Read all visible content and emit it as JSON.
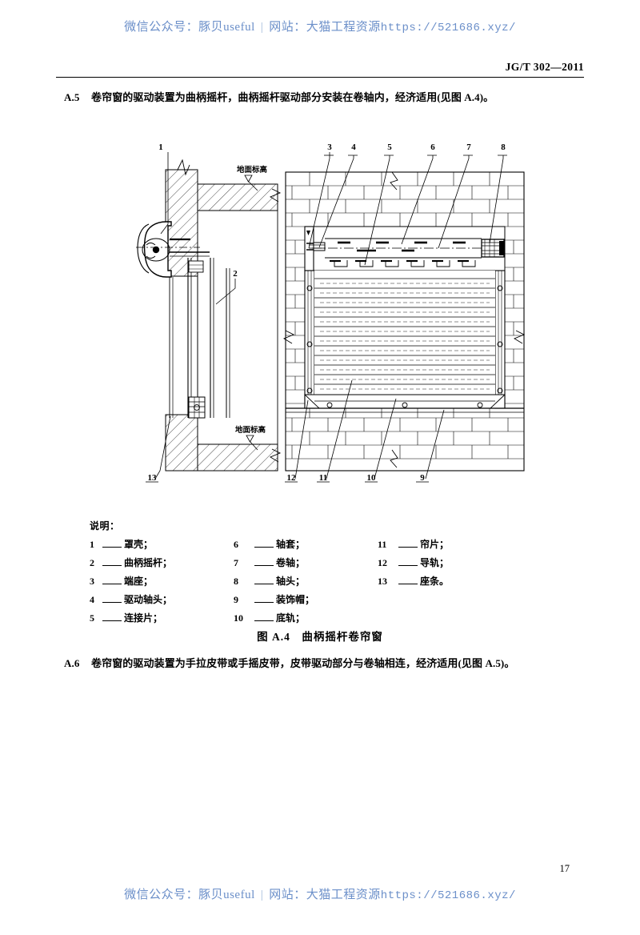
{
  "watermark": {
    "wechat_label": "微信公众号：",
    "wechat_name": "豚贝useful",
    "separator": "|",
    "site_label": "网站：",
    "site_name": "大猫工程资源",
    "url": "https://521686.xyz/"
  },
  "header": {
    "standard_no": "JG/T 302—2011"
  },
  "body": {
    "a5_num": "A.5",
    "a5_text": "卷帘窗的驱动装置为曲柄摇杆，曲柄摇杆驱动部分安装在卷轴内，经济适用(见图 A.4)。",
    "a6_num": "A.6",
    "a6_text": "卷帘窗的驱动装置为手拉皮带或手摇皮带，皮带驱动部分与卷轴相连，经济适用(见图 A.5)。"
  },
  "figure": {
    "caption": "图 A.4　曲柄摇杆卷帘窗",
    "callouts_top": [
      "1",
      "3",
      "4",
      "5",
      "6",
      "7",
      "8"
    ],
    "callouts_bottom": [
      "13",
      "12",
      "11",
      "10",
      "9"
    ],
    "callout_mid": "2",
    "elevation_note_upper": "地面标高",
    "elevation_note_lower": "地面标高"
  },
  "legend": {
    "title": "说明：",
    "columns": [
      [
        {
          "num": "1",
          "label": "罩壳；"
        },
        {
          "num": "2",
          "label": "曲柄摇杆；"
        },
        {
          "num": "3",
          "label": "端座；"
        },
        {
          "num": "4",
          "label": "驱动轴头；"
        },
        {
          "num": "5",
          "label": "连接片；"
        }
      ],
      [
        {
          "num": "6",
          "label": "轴套；"
        },
        {
          "num": "7",
          "label": "卷轴；"
        },
        {
          "num": "8",
          "label": "轴头；"
        },
        {
          "num": "9",
          "label": "装饰帽；"
        },
        {
          "num": "10",
          "label": "底轨；"
        }
      ],
      [
        {
          "num": "11",
          "label": "帘片；"
        },
        {
          "num": "12",
          "label": "导轨；"
        },
        {
          "num": "13",
          "label": "座条。"
        }
      ]
    ]
  },
  "footer": {
    "page_number": "17"
  },
  "colors": {
    "watermark": "#6b8fc9",
    "ink": "#000000",
    "paper": "#ffffff"
  }
}
